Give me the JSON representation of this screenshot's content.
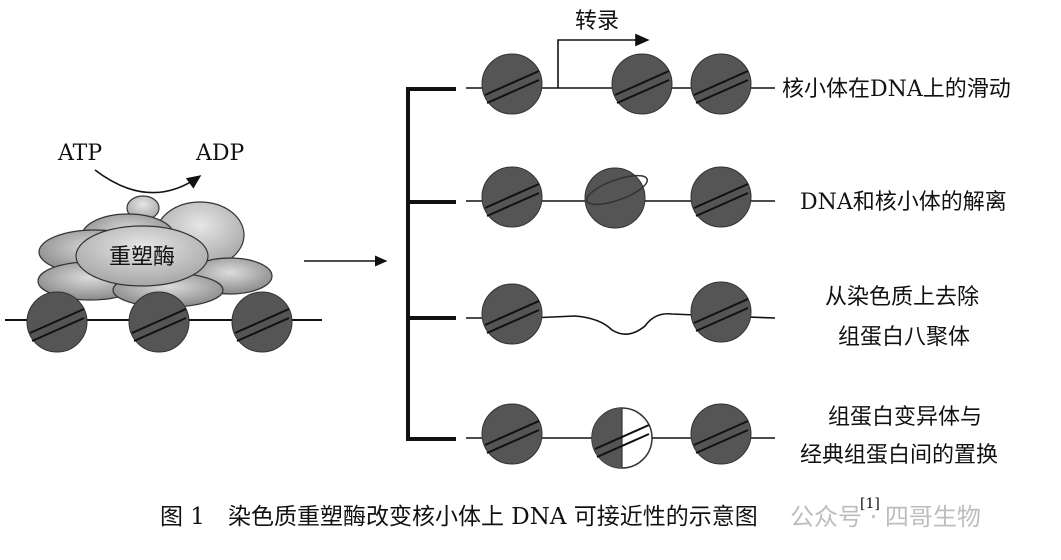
{
  "labels": {
    "atp": "ATP",
    "adp": "ADP",
    "remodeler": "重塑酶",
    "transcription": "转录",
    "sliding": "核小体在DNA上的滑动",
    "dissociation": "DNA和核小体的解离",
    "removal_line1": "从染色质上去除",
    "removal_line2": "组蛋白八聚体",
    "exchange_line1": "组蛋白变异体与",
    "exchange_line2": "经典组蛋白间的置换"
  },
  "caption": {
    "text": "图 1　染色质重塑酶改变核小体上 DNA 可接近性的示意图",
    "ref": "[1]"
  },
  "watermark": "公众号 · 四哥生物",
  "colors": {
    "nucleosome": "#555555",
    "complex_dark": "#8a8a8a",
    "complex_light": "#c2c2c2",
    "line": "#111111"
  }
}
